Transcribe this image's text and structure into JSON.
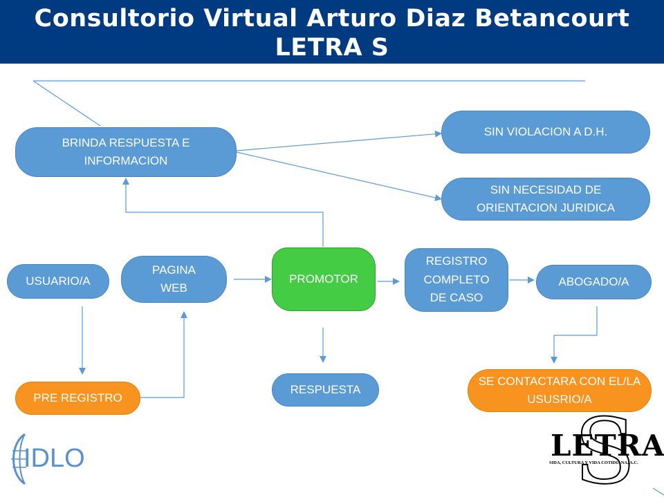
{
  "header": {
    "title_line1": "Consultorio Virtual Arturo Diaz Betancourt",
    "title_line2": "LETRA S"
  },
  "nodes": {
    "brinda": "BRINDA RESPUESTA E INFORMACION",
    "sin_violacion": "SIN VIOLACION A D.H.",
    "sin_necesidad": "SIN NECESIDAD DE ORIENTACION JURIDICA",
    "usuario": "USUARIO/A",
    "pagina_web": "PAGINA WEB",
    "promotor": "PROMOTOR",
    "registro": "REGISTRO COMPLETO DE CASO",
    "abogado": "ABOGADO/A",
    "pre_registro": "PRE REGISTRO",
    "respuesta": "RESPUESTA",
    "se_contactara": "SE CONTACTARA CON EL/LA USUSRIO/A"
  },
  "logos": {
    "idlo": "IDLO",
    "letra_word": "LETRA",
    "letra_s": "S",
    "letra_subtitle": "SIDA, CULTURA Y VIDA COTIDIANA, A.C."
  },
  "colors": {
    "header_bg": "#003a80",
    "node_blue": "#5b9bd5",
    "node_orange": "#f7931e",
    "node_green": "#44cc44",
    "connector": "#5b9bd5"
  }
}
